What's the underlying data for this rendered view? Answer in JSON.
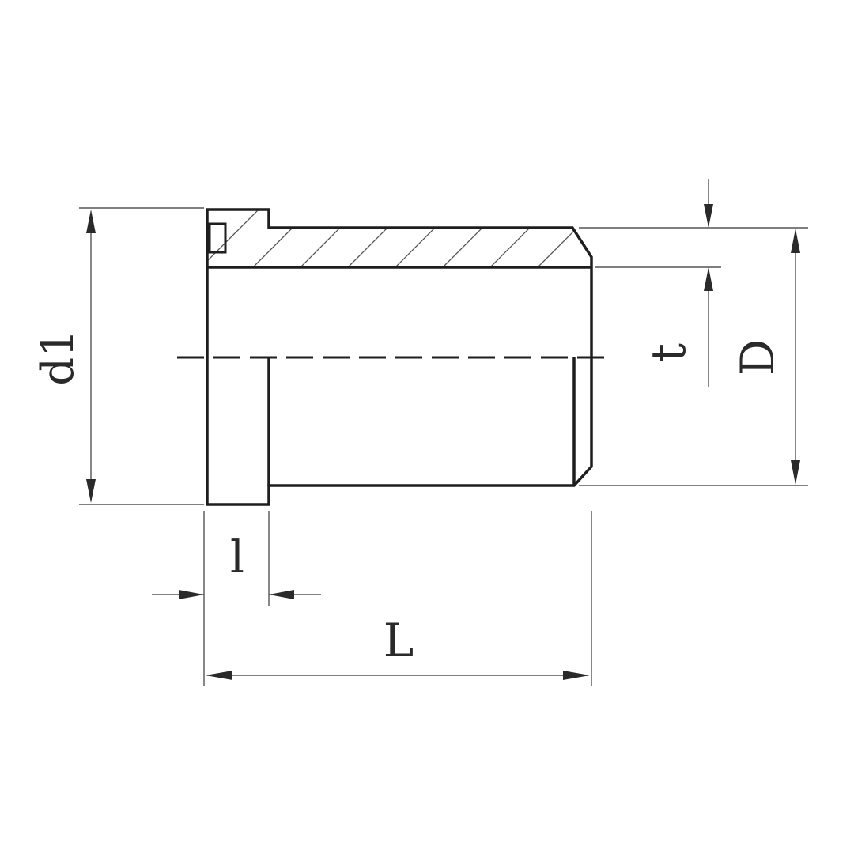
{
  "labels": {
    "d1": "d1",
    "l": "l",
    "L": "L",
    "t": "t",
    "D": "D"
  },
  "colors": {
    "outline": "#1e1e1e",
    "thin": "#555555",
    "background": "#ffffff"
  }
}
